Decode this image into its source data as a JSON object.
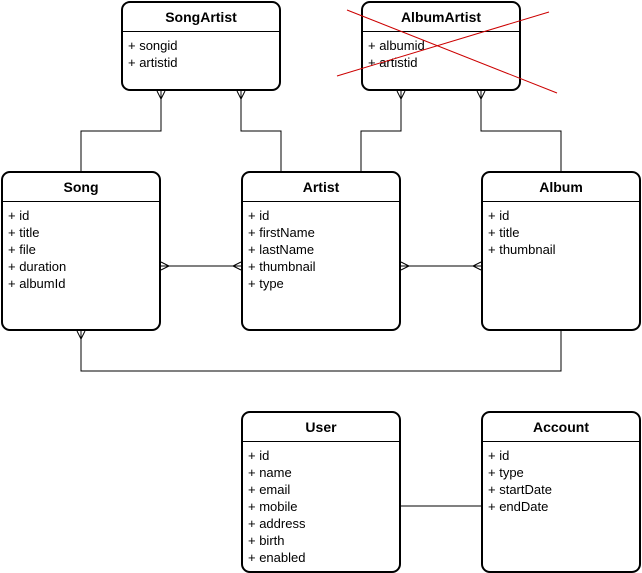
{
  "entities": {
    "songartist": {
      "title": "SongArtist",
      "fields": [
        "+ songid",
        "+ artistid"
      ]
    },
    "albumartist": {
      "title": "AlbumArtist",
      "fields": [
        "+ albumid",
        "+ artistid"
      ],
      "crossed_out": true
    },
    "song": {
      "title": "Song",
      "fields": [
        "+ id",
        "+ title",
        "+ file",
        "+ duration",
        "+ albumId"
      ]
    },
    "artist": {
      "title": "Artist",
      "fields": [
        "+ id",
        "+ firstName",
        "+ lastName",
        "+ thumbnail",
        "+ type"
      ]
    },
    "album": {
      "title": "Album",
      "fields": [
        "+ id",
        "+ title",
        "+ thumbnail"
      ]
    },
    "user": {
      "title": "User",
      "fields": [
        "+ id",
        "+ name",
        "+ email",
        "+ mobile",
        "+ address",
        "+ birth",
        "+ enabled"
      ]
    },
    "account": {
      "title": "Account",
      "fields": [
        "+ id",
        "+ type",
        "+ startDate",
        "+ endDate"
      ]
    }
  },
  "colors": {
    "line": "#000000",
    "cross": "#cc0000"
  }
}
